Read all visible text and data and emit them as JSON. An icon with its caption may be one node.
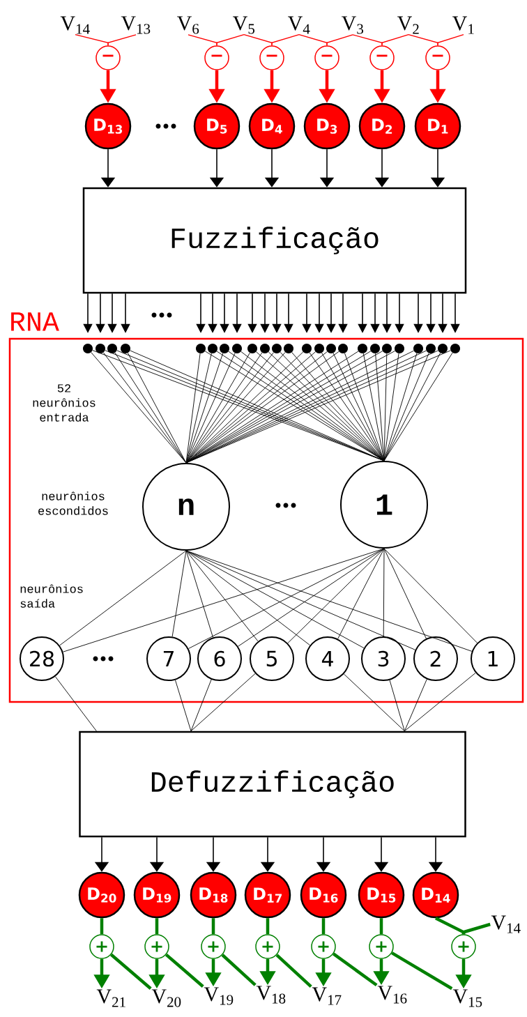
{
  "diagram": {
    "nodes": [
      {
        "text": [
          "V$_{14}$"
        ]
      },
      {
        "text": [
          "V$_{13}$"
        ]
      },
      {
        "text": [
          "V$_{6}$"
        ]
      },
      {
        "text": [
          "V$_{5}$"
        ]
      },
      {
        "text": [
          "V$_{4}$"
        ]
      },
      {
        "text": [
          "V$_{3}$"
        ]
      },
      {
        "text": [
          "V$_{2}$"
        ]
      },
      {
        "text": [
          "V$_{1}$"
        ]
      },
      {
        "text": [
          "−"
        ]
      },
      {
        "text": [
          "−"
        ]
      },
      {
        "text": [
          "−"
        ]
      },
      {
        "text": [
          "−"
        ]
      },
      {
        "text": [
          "−"
        ]
      },
      {
        "text": [
          "−"
        ]
      },
      {
        "text": [
          "D$_{13}$"
        ]
      },
      {
        "text": [
          "D$_{5}$"
        ]
      },
      {
        "text": [
          "D$_{4}$"
        ]
      },
      {
        "text": [
          "D$_{3}$"
        ]
      },
      {
        "text": [
          "D$_{2}$"
        ]
      },
      {
        "text": [
          "D$_{1}$"
        ]
      },
      {
        "text": [
          "Fuzzificação"
        ]
      },
      {
        "text": [
          "RNA"
        ]
      },
      {
        "text": [],
        "shape": "circle",
        "in": 21
      },
      {
        "text": [],
        "shape": "circle",
        "in": 21
      },
      {
        "text": [],
        "shape": "circle",
        "in": 21
      },
      {
        "text": [],
        "shape": "circle",
        "in": 21
      },
      {
        "text": [],
        "shape": "circle",
        "in": 21
      },
      {
        "text": [],
        "shape": "circle",
        "in": 21
      },
      {
        "text": [],
        "shape": "circle",
        "in": 21
      },
      {
        "text": [],
        "shape": "circle",
        "in": 21
      },
      {
        "text": [],
        "shape": "circle",
        "in": 21
      },
      {
        "text": [],
        "shape": "circle",
        "in": 21
      },
      {
        "text": [],
        "shape": "circle",
        "in": 21
      },
      {
        "text": [],
        "shape": "circle",
        "in": 21
      },
      {
        "text": [],
        "shape": "circle",
        "in": 21
      },
      {
        "text": [],
        "shape": "circle",
        "in": 21
      },
      {
        "text": [],
        "shape": "circle",
        "in": 21
      },
      {
        "text": [],
        "shape": "circle",
        "in": 21
      },
      {
        "text": [],
        "shape": "circle",
        "in": 21
      },
      {
        "text": [],
        "shape": "circle",
        "in": 21
      },
      {
        "text": [],
        "shape": "circle",
        "in": 21
      },
      {
        "text": [],
        "shape": "circle",
        "in": 21
      },
      {
        "text": [],
        "shape": "circle",
        "in": 21
      },
      {
        "text": [],
        "shape": "circle",
        "in": 21
      },
      {
        "text": [],
        "shape": "circle",
        "in": 21
      },
      {
        "text": [],
        "shape": "circle",
        "in": 21
      },
      {
        "text": [
          "n"
        ],
        "in": 21
      },
      {
        "text": [
          "1"
        ],
        "in": 21
      },
      {
        "text": [
          "28"
        ],
        "in": 21
      },
      {
        "text": [
          "7"
        ],
        "in": 21
      },
      {
        "text": [
          "6"
        ],
        "in": 21
      },
      {
        "text": [
          "5"
        ],
        "in": 21
      },
      {
        "text": [
          "4"
        ],
        "in": 21
      },
      {
        "text": [
          "3"
        ],
        "in": 21
      },
      {
        "text": [
          "2"
        ],
        "in": 21
      },
      {
        "text": [
          "1"
        ],
        "in": 21
      },
      {
        "text": [
          "Defuzzificação"
        ]
      },
      {
        "text": [
          "D$_{20}$"
        ]
      },
      {
        "text": [
          "D$_{19}$"
        ]
      },
      {
        "text": [
          "D$_{18}$"
        ]
      },
      {
        "text": [
          "D$_{17}$"
        ]
      },
      {
        "text": [
          "D$_{16}$"
        ]
      },
      {
        "text": [
          "D$_{15}$"
        ]
      },
      {
        "text": [
          "D$_{14}$"
        ]
      },
      {
        "text": [
          "+"
        ]
      },
      {
        "text": [
          "+"
        ]
      },
      {
        "text": [
          "+"
        ]
      },
      {
        "text": [
          "+"
        ]
      },
      {
        "text": [
          "+"
        ]
      },
      {
        "text": [
          "+"
        ]
      },
      {
        "text": [
          "+"
        ]
      },
      {
        "text": [
          "V$_{21}$"
        ]
      },
      {
        "text": [
          "V$_{20}$"
        ]
      },
      {
        "text": [
          "V$_{19}$"
        ]
      },
      {
        "text": [
          "V$_{18}$"
        ]
      },
      {
        "text": [
          "V$_{17}$"
        ]
      },
      {
        "text": [
          "V$_{16}$"
        ]
      },
      {
        "text": [
          "V$_{15}$"
        ]
      },
      {
        "text": [
          "V$_{14}$"
        ]
      }
    ],
    "edges": [
      {
        "from": 0,
        "to": 8,
        "arrow": "none",
        "color": "#ff0000"
      },
      {
        "from": 1,
        "to": 8,
        "arrow": "none",
        "color": "#ff0000"
      },
      {
        "from": 2,
        "to": 9,
        "arrow": "none",
        "color": "#ff0000"
      },
      {
        "from": 3,
        "to": 9,
        "arrow": "none",
        "color": "#ff0000"
      },
      {
        "from": 3,
        "to": 10,
        "arrow": "none",
        "color": "#ff0000"
      },
      {
        "from": 4,
        "to": 10,
        "arrow": "none",
        "color": "#ff0000"
      },
      {
        "from": 4,
        "to": 11,
        "arrow": "none",
        "color": "#ff0000"
      },
      {
        "from": 5,
        "to": 11,
        "arrow": "none",
        "color": "#ff0000"
      },
      {
        "from": 5,
        "to": 12,
        "arrow": "none",
        "color": "#ff0000"
      },
      {
        "from": 6,
        "to": 12,
        "arrow": "none",
        "color": "#ff0000"
      },
      {
        "from": 6,
        "to": 13,
        "arrow": "none",
        "color": "#ff0000"
      },
      {
        "from": 7,
        "to": 13,
        "arrow": "none",
        "color": "#ff0000"
      },
      {
        "from": 8,
        "to": 14,
        "arrow": "to",
        "style": "thick",
        "color": "#ff0000"
      },
      {
        "from": 9,
        "to": 15,
        "arrow": "to",
        "style": "thick",
        "color": "#ff0000"
      },
      {
        "from": 10,
        "to": 16,
        "arrow": "to",
        "style": "thick",
        "color": "#ff0000"
      },
      {
        "from": 11,
        "to": 17,
        "arrow": "to",
        "style": "thick",
        "color": "#ff0000"
      },
      {
        "from": 12,
        "to": 18,
        "arrow": "to",
        "style": "thick",
        "color": "#ff0000"
      },
      {
        "from": 13,
        "to": 19,
        "arrow": "to",
        "style": "thick",
        "color": "#ff0000"
      },
      {
        "from": 14,
        "to": 20,
        "arrow": "to"
      },
      {
        "from": 15,
        "to": 20,
        "arrow": "to"
      },
      {
        "from": 16,
        "to": 20,
        "arrow": "to"
      },
      {
        "from": 17,
        "to": 20,
        "arrow": "to"
      },
      {
        "from": 18,
        "to": 20,
        "arrow": "to"
      },
      {
        "from": 19,
        "to": 20,
        "arrow": "to"
      },
      {
        "from": 20,
        "to": 22,
        "arrow": "to"
      },
      {
        "from": 20,
        "to": 23,
        "arrow": "to"
      },
      {
        "from": 20,
        "to": 24,
        "arrow": "to"
      },
      {
        "from": 20,
        "to": 25,
        "arrow": "to"
      },
      {
        "from": 20,
        "to": 26,
        "arrow": "to"
      },
      {
        "from": 20,
        "to": 27,
        "arrow": "to"
      },
      {
        "from": 20,
        "to": 28,
        "arrow": "to"
      },
      {
        "from": 20,
        "to": 29,
        "arrow": "to"
      },
      {
        "from": 20,
        "to": 30,
        "arrow": "to"
      },
      {
        "from": 20,
        "to": 31,
        "arrow": "to"
      },
      {
        "from": 20,
        "to": 32,
        "arrow": "to"
      },
      {
        "from": 20,
        "to": 33,
        "arrow": "to"
      },
      {
        "from": 20,
        "to": 34,
        "arrow": "to"
      },
      {
        "from": 20,
        "to": 35,
        "arrow": "to"
      },
      {
        "from": 20,
        "to": 36,
        "arrow": "to"
      },
      {
        "from": 20,
        "to": 37,
        "arrow": "to"
      },
      {
        "from": 20,
        "to": 38,
        "arrow": "to"
      },
      {
        "from": 20,
        "to": 39,
        "arrow": "to"
      },
      {
        "from": 20,
        "to": 40,
        "arrow": "to"
      },
      {
        "from": 20,
        "to": 41,
        "arrow": "to"
      },
      {
        "from": 20,
        "to": 42,
        "arrow": "to"
      },
      {
        "from": 20,
        "to": 43,
        "arrow": "to"
      },
      {
        "from": 20,
        "to": 44,
        "arrow": "to"
      },
      {
        "from": 20,
        "to": 45,
        "arrow": "to"
      },
      {
        "from": 22,
        "to": 46,
        "arrow": "none"
      },
      {
        "from": 23,
        "to": 46,
        "arrow": "none"
      },
      {
        "from": 24,
        "to": 46,
        "arrow": "none"
      },
      {
        "from": 25,
        "to": 46,
        "arrow": "none"
      },
      {
        "from": 26,
        "to": 46,
        "arrow": "none"
      },
      {
        "from": 27,
        "to": 46,
        "arrow": "none"
      },
      {
        "from": 28,
        "to": 46,
        "arrow": "none"
      },
      {
        "from": 29,
        "to": 46,
        "arrow": "none"
      },
      {
        "from": 30,
        "to": 46,
        "arrow": "none"
      },
      {
        "from": 31,
        "to": 46,
        "arrow": "none"
      },
      {
        "from": 32,
        "to": 46,
        "arrow": "none"
      },
      {
        "from": 33,
        "to": 46,
        "arrow": "none"
      },
      {
        "from": 34,
        "to": 46,
        "arrow": "none"
      },
      {
        "from": 35,
        "to": 46,
        "arrow": "none"
      },
      {
        "from": 36,
        "to": 46,
        "arrow": "none"
      },
      {
        "from": 37,
        "to": 46,
        "arrow": "none"
      },
      {
        "from": 38,
        "to": 46,
        "arrow": "none"
      },
      {
        "from": 39,
        "to": 46,
        "arrow": "none"
      },
      {
        "from": 40,
        "to": 46,
        "arrow": "none"
      },
      {
        "from": 41,
        "to": 46,
        "arrow": "none"
      },
      {
        "from": 42,
        "to": 46,
        "arrow": "none"
      },
      {
        "from": 43,
        "to": 46,
        "arrow": "none"
      },
      {
        "from": 44,
        "to": 46,
        "arrow": "none"
      },
      {
        "from": 45,
        "to": 46,
        "arrow": "none"
      },
      {
        "from": 22,
        "to": 47,
        "arrow": "none"
      },
      {
        "from": 23,
        "to": 47,
        "arrow": "none"
      },
      {
        "from": 24,
        "to": 47,
        "arrow": "none"
      },
      {
        "from": 25,
        "to": 47,
        "arrow": "none"
      },
      {
        "from": 26,
        "to": 47,
        "arrow": "none"
      },
      {
        "from": 27,
        "to": 47,
        "arrow": "none"
      },
      {
        "from": 28,
        "to": 47,
        "arrow": "none"
      },
      {
        "from": 29,
        "to": 47,
        "arrow": "none"
      },
      {
        "from": 30,
        "to": 47,
        "arrow": "none"
      },
      {
        "from": 31,
        "to": 47,
        "arrow": "none"
      },
      {
        "from": 32,
        "to": 47,
        "arrow": "none"
      },
      {
        "from": 33,
        "to": 47,
        "arrow": "none"
      },
      {
        "from": 34,
        "to": 47,
        "arrow": "none"
      },
      {
        "from": 35,
        "to": 47,
        "arrow": "none"
      },
      {
        "from": 36,
        "to": 47,
        "arrow": "none"
      },
      {
        "from": 37,
        "to": 47,
        "arrow": "none"
      },
      {
        "from": 38,
        "to": 47,
        "arrow": "none"
      },
      {
        "from": 39,
        "to": 47,
        "arrow": "none"
      },
      {
        "from": 40,
        "to": 47,
        "arrow": "none"
      },
      {
        "from": 41,
        "to": 47,
        "arrow": "none"
      },
      {
        "from": 42,
        "to": 47,
        "arrow": "none"
      },
      {
        "from": 43,
        "to": 47,
        "arrow": "none"
      },
      {
        "from": 44,
        "to": 47,
        "arrow": "none"
      },
      {
        "from": 45,
        "to": 47,
        "arrow": "none"
      },
      {
        "from": 46,
        "to": 48,
        "arrow": "none"
      },
      {
        "from": 46,
        "to": 49,
        "arrow": "none"
      },
      {
        "from": 46,
        "to": 50,
        "arrow": "none"
      },
      {
        "from": 46,
        "to": 51,
        "arrow": "none"
      },
      {
        "from": 46,
        "to": 52,
        "arrow": "none"
      },
      {
        "from": 46,
        "to": 53,
        "arrow": "none"
      },
      {
        "from": 46,
        "to": 54,
        "arrow": "none"
      },
      {
        "from": 46,
        "to": 55,
        "arrow": "none"
      },
      {
        "from": 47,
        "to": 48,
        "arrow": "none"
      },
      {
        "from": 47,
        "to": 49,
        "arrow": "none"
      },
      {
        "from": 47,
        "to": 50,
        "arrow": "none"
      },
      {
        "from": 47,
        "to": 51,
        "arrow": "none"
      },
      {
        "from": 47,
        "to": 52,
        "arrow": "none"
      },
      {
        "from": 47,
        "to": 53,
        "arrow": "none"
      },
      {
        "from": 47,
        "to": 54,
        "arrow": "none"
      },
      {
        "from": 47,
        "to": 55,
        "arrow": "none"
      },
      {
        "from": 48,
        "to": 56,
        "arrow": "none"
      },
      {
        "from": 49,
        "to": 56,
        "arrow": "none"
      },
      {
        "from": 50,
        "to": 56,
        "arrow": "none"
      },
      {
        "from": 51,
        "to": 56,
        "arrow": "none"
      },
      {
        "from": 52,
        "to": 56,
        "arrow": "none"
      },
      {
        "from": 53,
        "to": 56,
        "arrow": "none"
      },
      {
        "from": 54,
        "to": 56,
        "arrow": "none"
      },
      {
        "from": 55,
        "to": 56,
        "arrow": "none"
      },
      {
        "from": 56,
        "to": 57,
        "arrow": "to"
      },
      {
        "from": 56,
        "to": 58,
        "arrow": "to"
      },
      {
        "from": 56,
        "to": 59,
        "arrow": "to"
      },
      {
        "from": 56,
        "to": 60,
        "arrow": "to"
      },
      {
        "from": 56,
        "to": 61,
        "arrow": "to"
      },
      {
        "from": 56,
        "to": 62,
        "arrow": "to"
      },
      {
        "from": 56,
        "to": 63,
        "arrow": "to"
      },
      {
        "from": 57,
        "to": 64,
        "arrow": "none",
        "style": "thick",
        "color": "#008000"
      },
      {
        "from": 58,
        "to": 65,
        "arrow": "none",
        "style": "thick",
        "color": "#008000"
      },
      {
        "from": 59,
        "to": 66,
        "arrow": "none",
        "style": "thick",
        "color": "#008000"
      },
      {
        "from": 60,
        "to": 67,
        "arrow": "none",
        "style": "thick",
        "color": "#008000"
      },
      {
        "from": 61,
        "to": 68,
        "arrow": "none",
        "style": "thick",
        "color": "#008000"
      },
      {
        "from": 62,
        "to": 69,
        "arrow": "none",
        "style": "thick",
        "color": "#008000"
      },
      {
        "from": 63,
        "to": 70,
        "arrow": "none",
        "style": "thick",
        "color": "#008000"
      },
      {
        "from": 64,
        "to": 71,
        "arrow": "to",
        "style": "thick",
        "color": "#008000"
      },
      {
        "from": 65,
        "to": 72,
        "arrow": "to",
        "style": "thick",
        "color": "#008000"
      },
      {
        "from": 66,
        "to": 73,
        "arrow": "to",
        "style": "thick",
        "color": "#008000"
      },
      {
        "from": 67,
        "to": 74,
        "arrow": "to",
        "style": "thick",
        "color": "#008000"
      },
      {
        "from": 68,
        "to": 75,
        "arrow": "to",
        "style": "thick",
        "color": "#008000"
      },
      {
        "from": 69,
        "to": 76,
        "arrow": "to",
        "style": "thick",
        "color": "#008000"
      },
      {
        "from": 70,
        "to": 77,
        "arrow": "to",
        "style": "thick",
        "color": "#008000"
      },
      {
        "from": 72,
        "to": 64,
        "arrow": "none",
        "style": "thick",
        "color": "#008000"
      },
      {
        "from": 73,
        "to": 65,
        "arrow": "none",
        "style": "thick",
        "color": "#008000"
      },
      {
        "from": 74,
        "to": 66,
        "arrow": "none",
        "style": "thick",
        "color": "#008000"
      },
      {
        "from": 75,
        "to": 67,
        "arrow": "none",
        "style": "thick",
        "color": "#008000"
      },
      {
        "from": 76,
        "to": 68,
        "arrow": "none",
        "style": "thick",
        "color": "#008000"
      },
      {
        "from": 77,
        "to": 69,
        "arrow": "none",
        "style": "thick",
        "color": "#008000"
      },
      {
        "from": 78,
        "to": 70,
        "arrow": "none",
        "style": "thick",
        "color": "#008000"
      }
    ],
    "labels": [
      "52 neurônios entrada",
      "neurônios escondidos",
      "neurônios saída"
    ]
  }
}
